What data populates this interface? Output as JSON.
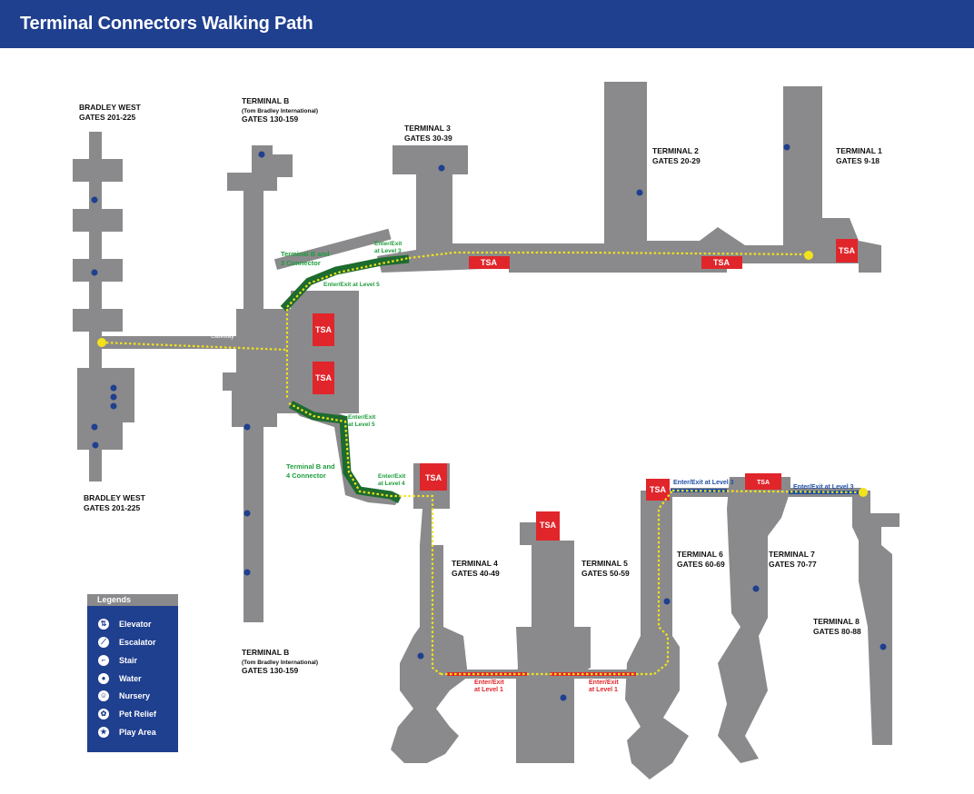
{
  "header": {
    "title": "Terminal Connectors Walking Path"
  },
  "colors": {
    "header_bg": "#1f3f8f",
    "building": "#8a8a8c",
    "tsa": "#e0262b",
    "path_yellow": "#f2e21b",
    "connector_green": "#1d6b2e",
    "level1_red": "#e0262b",
    "level3_blue": "#1f4fa8"
  },
  "terminals": {
    "bradley_west_top": {
      "name": "BRADLEY WEST",
      "gates": "GATES 201-225"
    },
    "bradley_west_bottom": {
      "name": "BRADLEY WEST",
      "gates": "GATES 201-225"
    },
    "tb_top": {
      "name": "TERMINAL B",
      "sub": "(Tom Bradley International)",
      "gates": "GATES 130-159"
    },
    "tb_bottom": {
      "name": "TERMINAL B",
      "sub": "(Tom Bradley International)",
      "gates": "GATES 130-159"
    },
    "t1": {
      "name": "TERMINAL 1",
      "gates": "GATES 9-18"
    },
    "t2": {
      "name": "TERMINAL 2",
      "gates": "GATES 20-29"
    },
    "t3": {
      "name": "TERMINAL 3",
      "gates": "GATES 30-39"
    },
    "t4": {
      "name": "TERMINAL 4",
      "gates": "GATES 40-49"
    },
    "t5": {
      "name": "TERMINAL 5",
      "gates": "GATES 50-59"
    },
    "t6": {
      "name": "TERMINAL 6",
      "gates": "GATES 60-69"
    },
    "t7": {
      "name": "TERMINAL 7",
      "gates": "GATES 70-77"
    },
    "t8": {
      "name": "TERMINAL 8",
      "gates": "GATES 80-88"
    }
  },
  "connectors": {
    "b3": {
      "line1": "Terminal B and",
      "line2": "3 Connector"
    },
    "b4": {
      "line1": "Terminal B and",
      "line2": "4 Connector"
    }
  },
  "path_labels": {
    "t3_enter_l1": "Enter/Exit",
    "t3_enter_l2": "at Level 3",
    "level5_top": "Enter/Exit at Level 5",
    "level5_mid_l1": "Enter/Exit",
    "level5_mid_l2": "at Level 5",
    "level4_l1": "Enter/Exit",
    "level4_l2": "at Level 4",
    "level1_a_l1": "Enter/Exit",
    "level1_a_l2": "at Level 1",
    "level1_b_l1": "Enter/Exit",
    "level1_b_l2": "at Level 1",
    "level3_a": "Enter/Exit at Level 3",
    "level3_b": "Enter/Exit at Level 3",
    "gateway": "Gateway"
  },
  "tsa_label": "TSA",
  "legend": {
    "title": "Legends",
    "items": [
      {
        "label": "Elevator",
        "icon": "elevator-icon"
      },
      {
        "label": "Escalator",
        "icon": "escalator-icon"
      },
      {
        "label": "Stair",
        "icon": "stair-icon"
      },
      {
        "label": "Water",
        "icon": "water-icon"
      },
      {
        "label": "Nursery",
        "icon": "nursery-icon"
      },
      {
        "label": "Pet Relief",
        "icon": "pet-relief-icon"
      },
      {
        "label": "Play Area",
        "icon": "play-area-icon"
      }
    ]
  }
}
